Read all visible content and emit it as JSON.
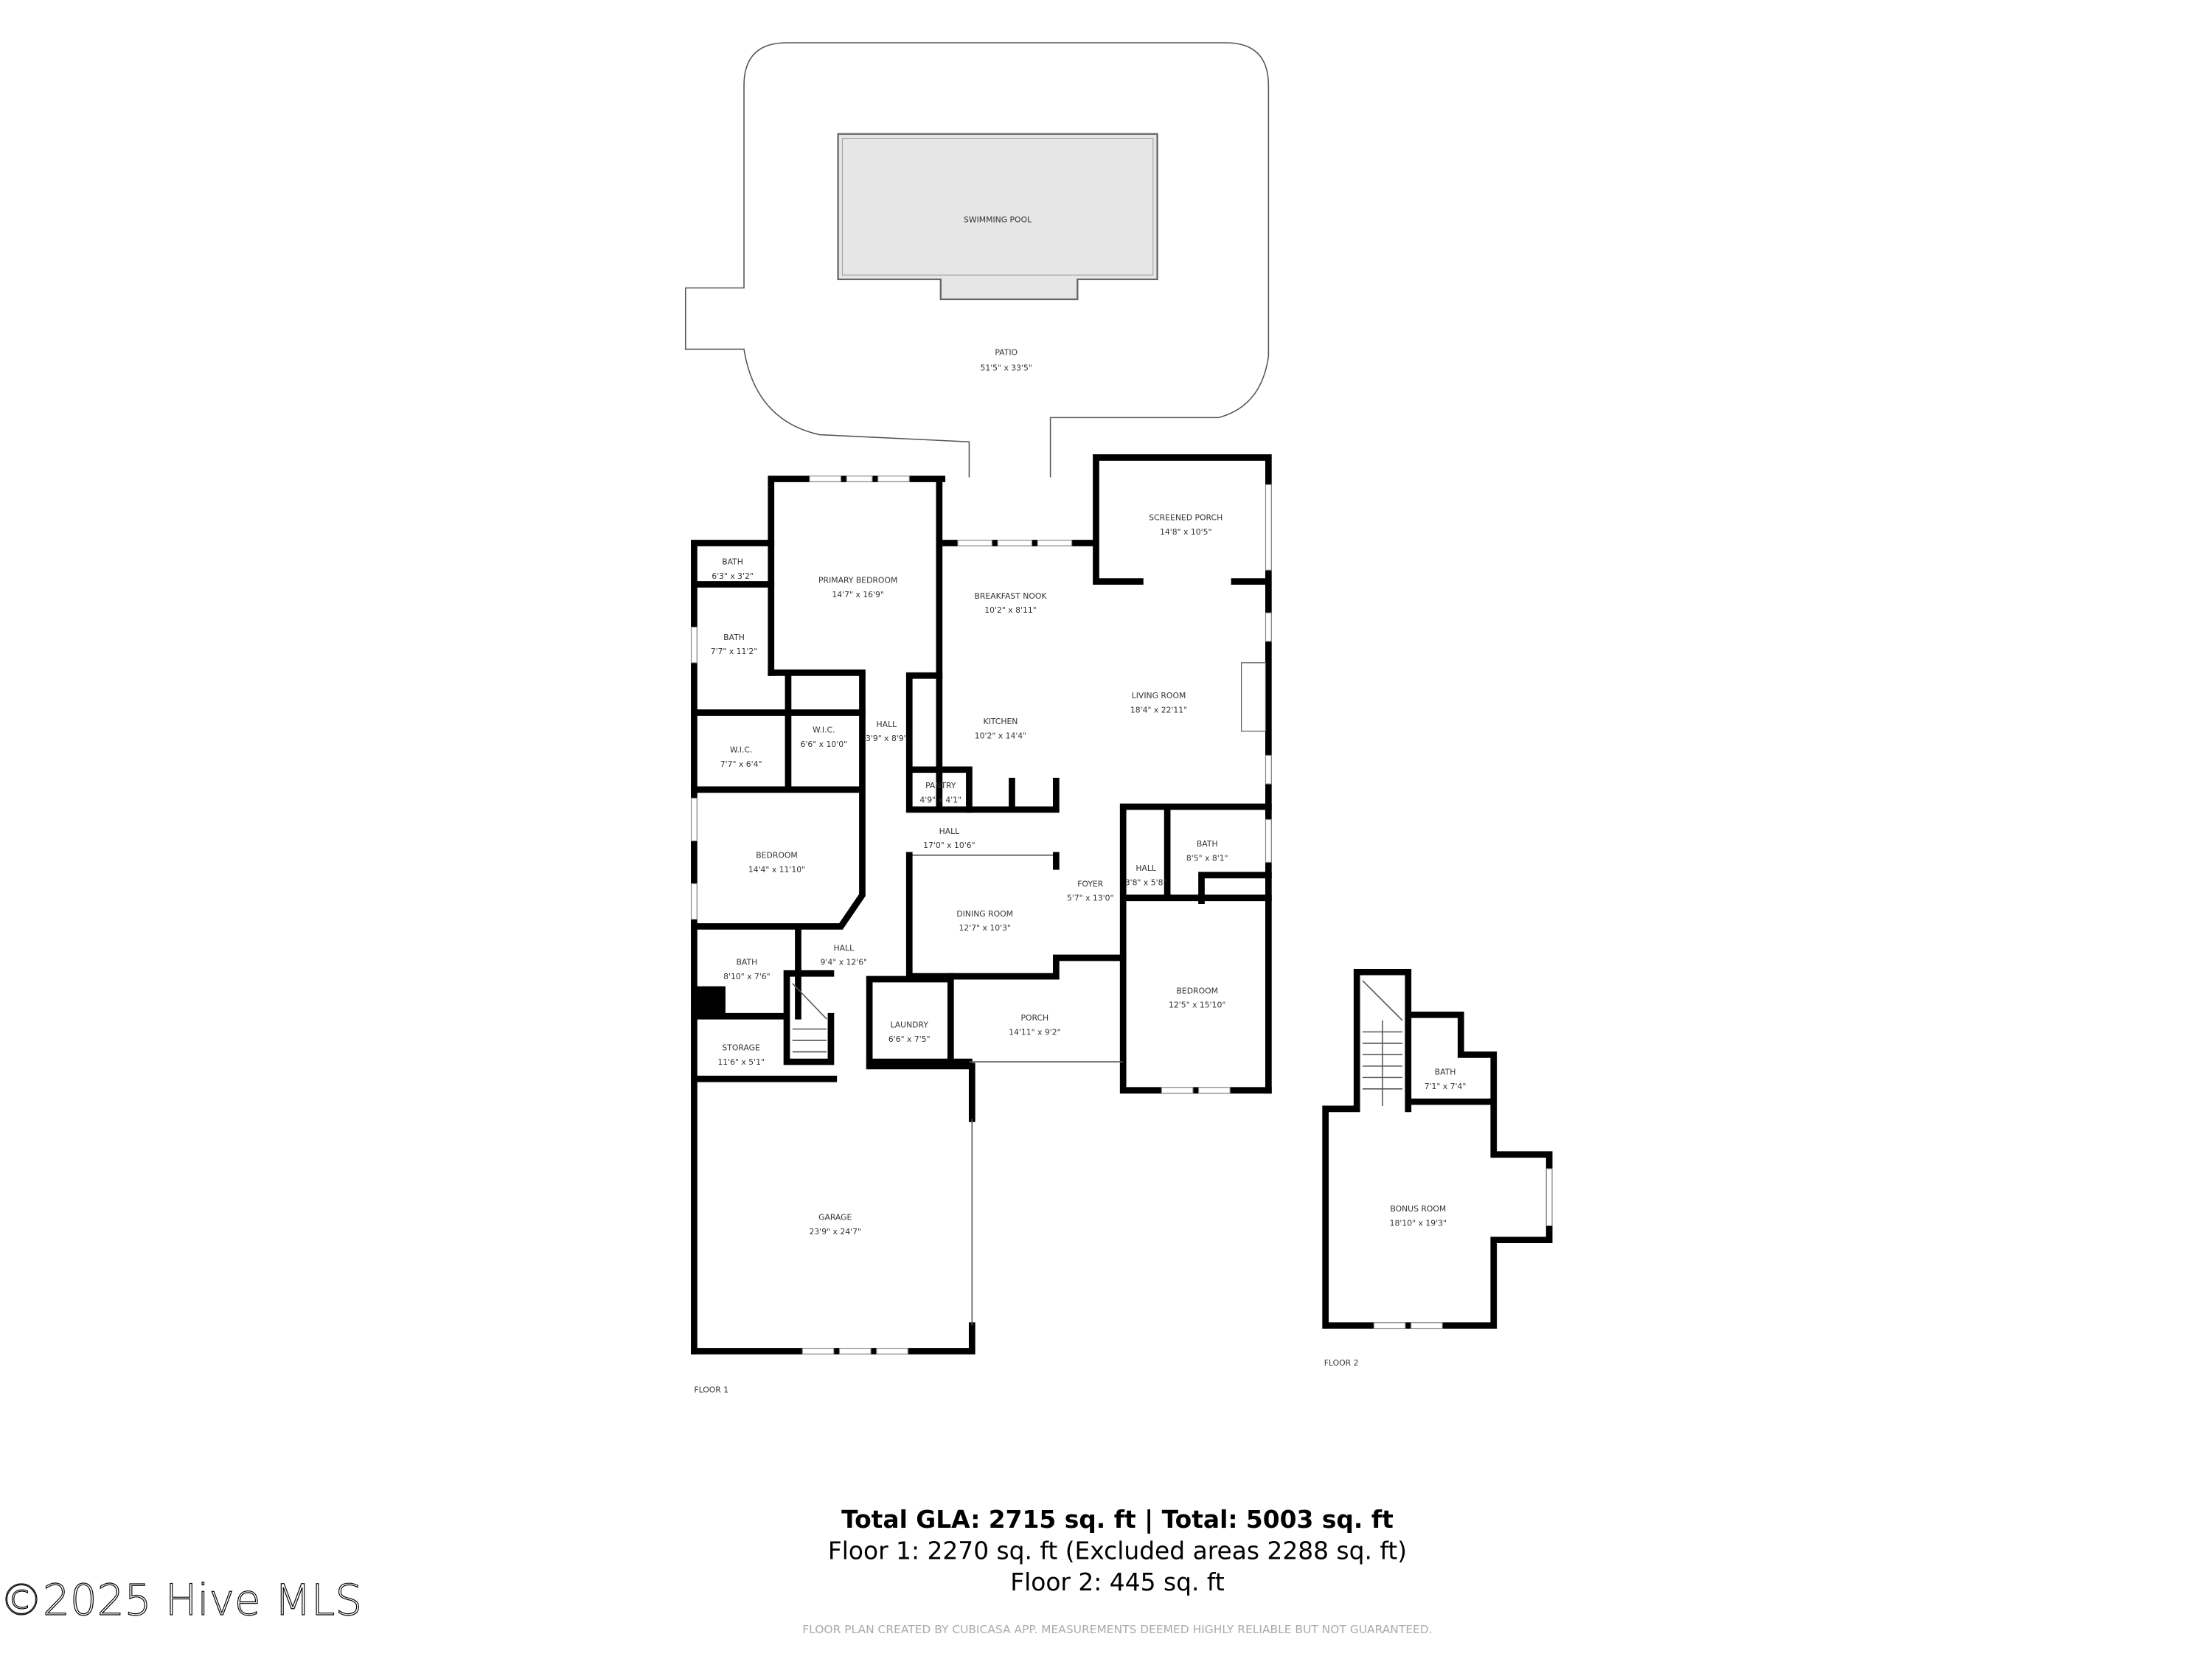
{
  "colors": {
    "wall": "#000000",
    "pool": "#e6e6e6",
    "text": "#333333",
    "disclaimer": "#aaaaaa"
  },
  "exterior": {
    "pool": {
      "name": "SWIMMING POOL"
    },
    "patio": {
      "name": "PATIO",
      "dims": "51'5\" x 33'5\""
    }
  },
  "floor1": {
    "label": "FLOOR 1",
    "rooms": [
      {
        "name": "SCREENED PORCH",
        "dims": "14'8\" x 10'5\""
      },
      {
        "name": "PRIMARY BEDROOM",
        "dims": "14'7\" x 16'9\""
      },
      {
        "name": "BATH",
        "dims": "6'3\" x 3'2\""
      },
      {
        "name": "BATH",
        "dims": "7'7\" x 11'2\""
      },
      {
        "name": "BREAKFAST NOOK",
        "dims": "10'2\" x 8'11\""
      },
      {
        "name": "KITCHEN",
        "dims": "10'2\" x 14'4\""
      },
      {
        "name": "LIVING ROOM",
        "dims": "18'4\" x 22'11\""
      },
      {
        "name": "W.I.C.",
        "dims": "7'7\" x 6'4\""
      },
      {
        "name": "W.I.C.",
        "dims": "6'6\" x 10'0\""
      },
      {
        "name": "HALL",
        "dims": "3'9\" x 8'9\""
      },
      {
        "name": "PANTRY",
        "dims": "4'9\" x 4'1\""
      },
      {
        "name": "HALL",
        "dims": "17'0\" x 10'6\""
      },
      {
        "name": "BEDROOM",
        "dims": "14'4\" x 11'10\""
      },
      {
        "name": "DINING ROOM",
        "dims": "12'7\" x 10'3\""
      },
      {
        "name": "FOYER",
        "dims": "5'7\" x 13'0\""
      },
      {
        "name": "HALL",
        "dims": "3'8\" x 5'8\""
      },
      {
        "name": "BATH",
        "dims": "8'5\" x 8'1\""
      },
      {
        "name": "BATH",
        "dims": "8'10\" x 7'6\""
      },
      {
        "name": "HALL",
        "dims": "9'4\" x 12'6\""
      },
      {
        "name": "STORAGE",
        "dims": "11'6\" x 5'1\""
      },
      {
        "name": "LAUNDRY",
        "dims": "6'6\" x 7'5\""
      },
      {
        "name": "PORCH",
        "dims": "14'11\" x 9'2\""
      },
      {
        "name": "BEDROOM",
        "dims": "12'5\" x 15'10\""
      },
      {
        "name": "GARAGE",
        "dims": "23'9\" x 24'7\""
      }
    ]
  },
  "floor2": {
    "label": "FLOOR 2",
    "rooms": [
      {
        "name": "BATH",
        "dims": "7'1\" x 7'4\""
      },
      {
        "name": "BONUS ROOM",
        "dims": "18'10\" x 19'3\""
      }
    ]
  },
  "summary": {
    "total": "Total GLA: 2715 sq. ft | Total: 5003 sq. ft",
    "floor1": "Floor 1: 2270 sq. ft (Excluded areas 2288 sq. ft)",
    "floor2": "Floor 2: 445 sq. ft",
    "disclaimer": "FLOOR PLAN CREATED BY CUBICASA APP. MEASUREMENTS DEEMED HIGHLY RELIABLE BUT NOT GUARANTEED."
  },
  "watermark": "©2025 Hive MLS"
}
